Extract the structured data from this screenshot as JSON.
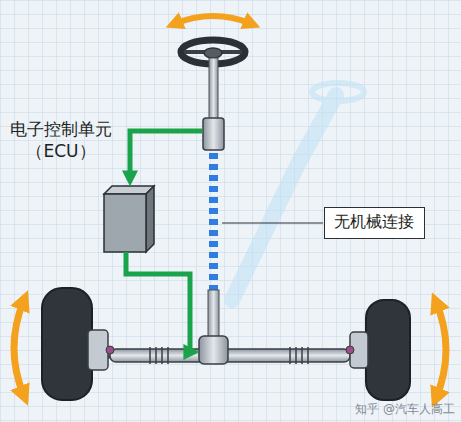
{
  "diagram": {
    "nodes": [
      {
        "text": [
          "无机械连接"
        ]
      }
    ],
    "labels": [
      "电子控制单元 （ECU）",
      "知乎 @汽车人高工"
    ]
  }
}
